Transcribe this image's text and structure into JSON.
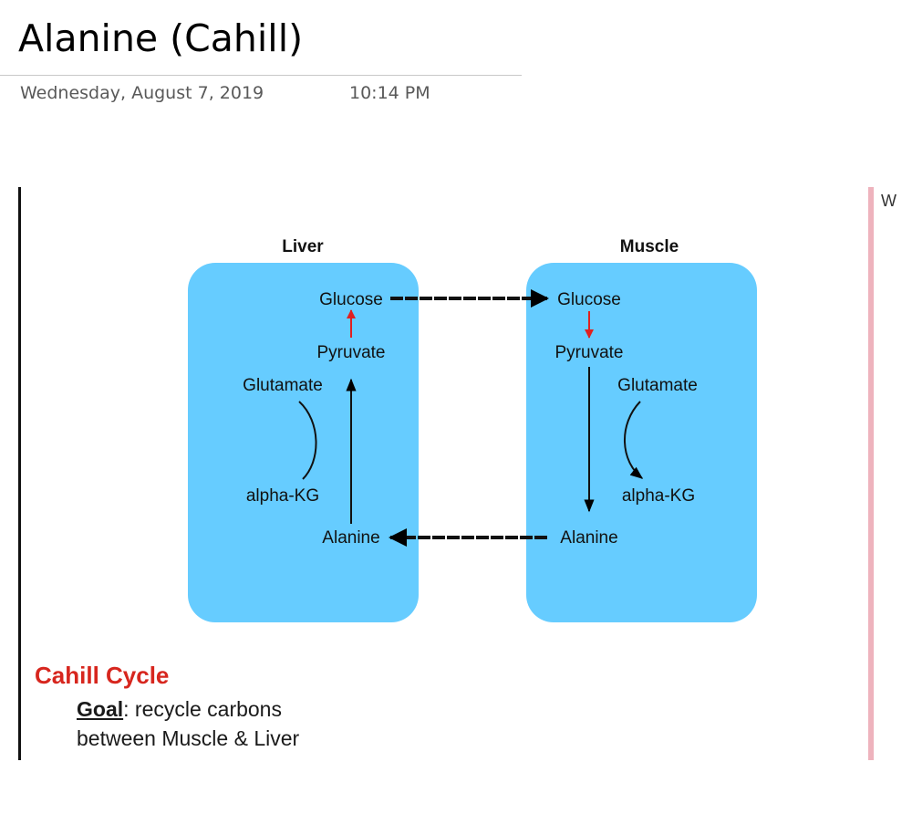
{
  "page": {
    "title": "Alanine (Cahill)",
    "date": "Wednesday, August 7, 2019",
    "time": "10:14 PM",
    "side_note": "W"
  },
  "diagram": {
    "liver": {
      "label": "Liver",
      "glucose": "Glucose",
      "pyruvate": "Pyruvate",
      "glutamate": "Glutamate",
      "alpha_kg": "alpha-KG",
      "alanine": "Alanine"
    },
    "muscle": {
      "label": "Muscle",
      "glucose": "Glucose",
      "pyruvate": "Pyruvate",
      "glutamate": "Glutamate",
      "alpha_kg": "alpha-KG",
      "alanine": "Alanine"
    },
    "colors": {
      "box": "#66ccff",
      "arrow": "#000000",
      "red_arrow": "#e02020"
    }
  },
  "caption": {
    "title": "Cahill Cycle",
    "goal_label": "Goal",
    "goal_text": ": recycle carbons",
    "goal_text_line2": "between Muscle & Liver",
    "title_color": "#d7261e"
  }
}
